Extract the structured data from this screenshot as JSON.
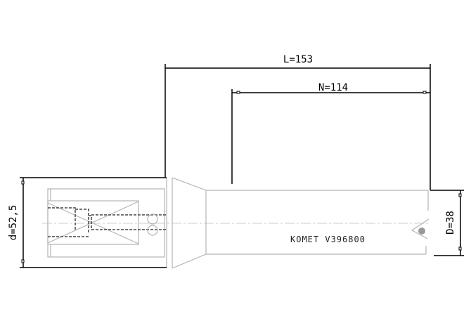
{
  "dimensions": {
    "overall_length": "L=153",
    "neck_length": "N=114",
    "shank_diameter": "d=52,5",
    "drill_diameter": "D=38"
  },
  "marking": "KOMET V396800",
  "colors": {
    "dimension_lines": "#000000",
    "part_outline": "#b4b4b4",
    "hidden_lines": "#444444"
  }
}
